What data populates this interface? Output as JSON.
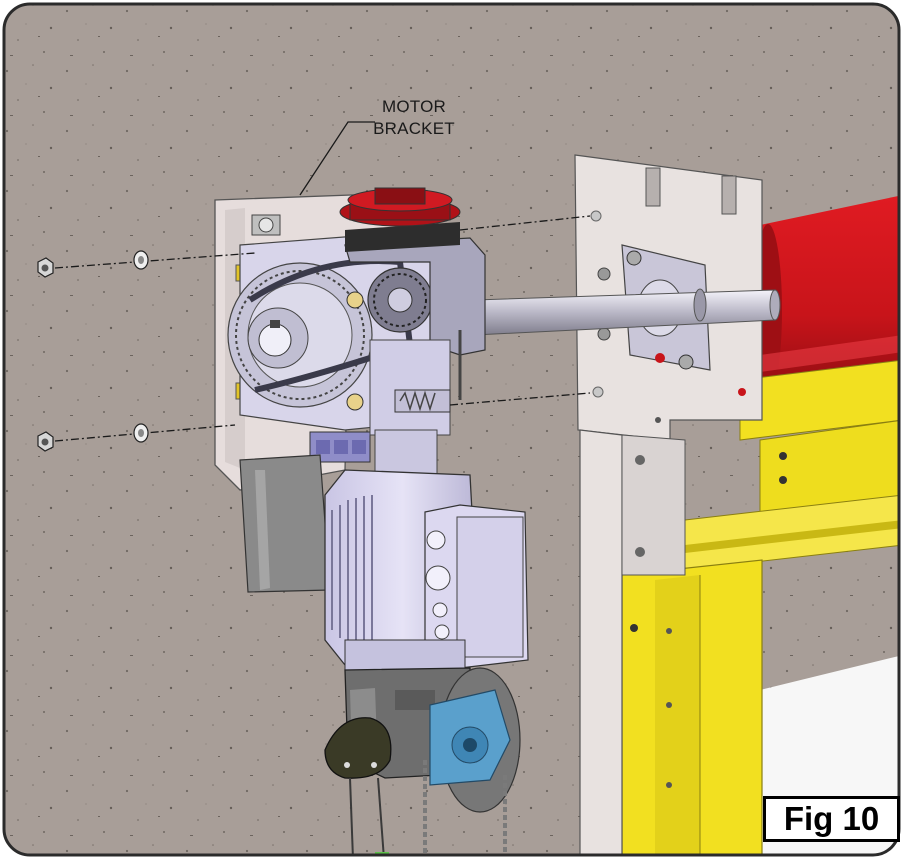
{
  "callout": {
    "line1": "MOTOR",
    "line2": "BRACKET"
  },
  "figure": {
    "label": "Fig 10"
  },
  "colors": {
    "wall": "#a89e98",
    "bracket": "#e6dddc",
    "motor_body": "#d8d4ee",
    "gearbox": "#6e6e6e",
    "drum_red": "#c8141a",
    "guide_yellow": "#f2e020",
    "pulley_blue": "#5aa0cc",
    "frame_border": "#2b2b2b"
  },
  "icons": [
    "nut-icon",
    "washer-icon"
  ]
}
